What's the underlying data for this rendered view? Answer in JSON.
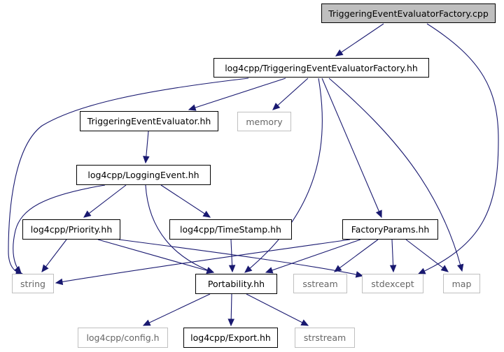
{
  "colors": {
    "edge": "#191970",
    "root_fill": "#bfbfbf",
    "internal_border": "#000000",
    "external_border": "#bfbfbf",
    "external_text": "#666666"
  },
  "nodes": {
    "triggering_event_evaluator_factory_cpp": "TriggeringEventEvaluatorFactory.cpp",
    "log4cpp_triggering_event_evaluator_factory_hh": "log4cpp/TriggeringEventEvaluatorFactory.hh",
    "triggering_event_evaluator_hh": "TriggeringEventEvaluator.hh",
    "memory": "memory",
    "log4cpp_logging_event_hh": "log4cpp/LoggingEvent.hh",
    "log4cpp_priority_hh": "log4cpp/Priority.hh",
    "log4cpp_time_stamp_hh": "log4cpp/TimeStamp.hh",
    "factory_params_hh": "FactoryParams.hh",
    "string": "string",
    "portability_hh": "Portability.hh",
    "sstream": "sstream",
    "stdexcept": "stdexcept",
    "map": "map",
    "log4cpp_config_h": "log4cpp/config.h",
    "log4cpp_export_hh": "log4cpp/Export.hh",
    "strstream": "strstream"
  },
  "edges": [
    [
      "triggering_event_evaluator_factory_cpp",
      "log4cpp_triggering_event_evaluator_factory_hh"
    ],
    [
      "triggering_event_evaluator_factory_cpp",
      "stdexcept"
    ],
    [
      "log4cpp_triggering_event_evaluator_factory_hh",
      "triggering_event_evaluator_hh"
    ],
    [
      "log4cpp_triggering_event_evaluator_factory_hh",
      "memory"
    ],
    [
      "log4cpp_triggering_event_evaluator_factory_hh",
      "string"
    ],
    [
      "log4cpp_triggering_event_evaluator_factory_hh",
      "portability_hh"
    ],
    [
      "log4cpp_triggering_event_evaluator_factory_hh",
      "factory_params_hh"
    ],
    [
      "log4cpp_triggering_event_evaluator_factory_hh",
      "map"
    ],
    [
      "triggering_event_evaluator_hh",
      "log4cpp_logging_event_hh"
    ],
    [
      "log4cpp_logging_event_hh",
      "string"
    ],
    [
      "log4cpp_logging_event_hh",
      "log4cpp_priority_hh"
    ],
    [
      "log4cpp_logging_event_hh",
      "log4cpp_time_stamp_hh"
    ],
    [
      "log4cpp_logging_event_hh",
      "portability_hh"
    ],
    [
      "log4cpp_priority_hh",
      "string"
    ],
    [
      "log4cpp_priority_hh",
      "portability_hh"
    ],
    [
      "log4cpp_priority_hh",
      "stdexcept"
    ],
    [
      "log4cpp_time_stamp_hh",
      "portability_hh"
    ],
    [
      "factory_params_hh",
      "string"
    ],
    [
      "factory_params_hh",
      "portability_hh"
    ],
    [
      "factory_params_hh",
      "sstream"
    ],
    [
      "factory_params_hh",
      "stdexcept"
    ],
    [
      "factory_params_hh",
      "map"
    ],
    [
      "portability_hh",
      "log4cpp_config_h"
    ],
    [
      "portability_hh",
      "log4cpp_export_hh"
    ],
    [
      "portability_hh",
      "strstream"
    ]
  ]
}
